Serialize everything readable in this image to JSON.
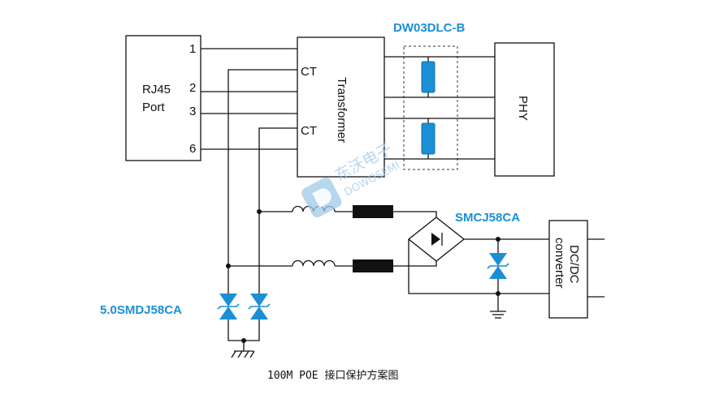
{
  "labels": {
    "dw03dlc": "DW03DLC-B",
    "smcj58ca": "SMCJ58CA",
    "smdj58ca": "5.0SMDJ58CA",
    "rj45_line1": "RJ45",
    "rj45_line2": "Port",
    "pin1": "1",
    "pin2": "2",
    "pin3": "3",
    "pin6": "6",
    "ct_top": "CT",
    "ct_bottom": "CT",
    "transformer": "Transformer",
    "phy": "PHY",
    "dcdc_line1": "DC/DC",
    "dcdc_line2": "converter",
    "caption": "100M POE 接口保护方案图"
  },
  "watermark": {
    "text_cn": "东沃电子",
    "text_en": "DOWOSEMI"
  },
  "colors": {
    "accent_blue": "#1a8fd6",
    "line": "#111111",
    "watermark": "#9fc9ea"
  }
}
